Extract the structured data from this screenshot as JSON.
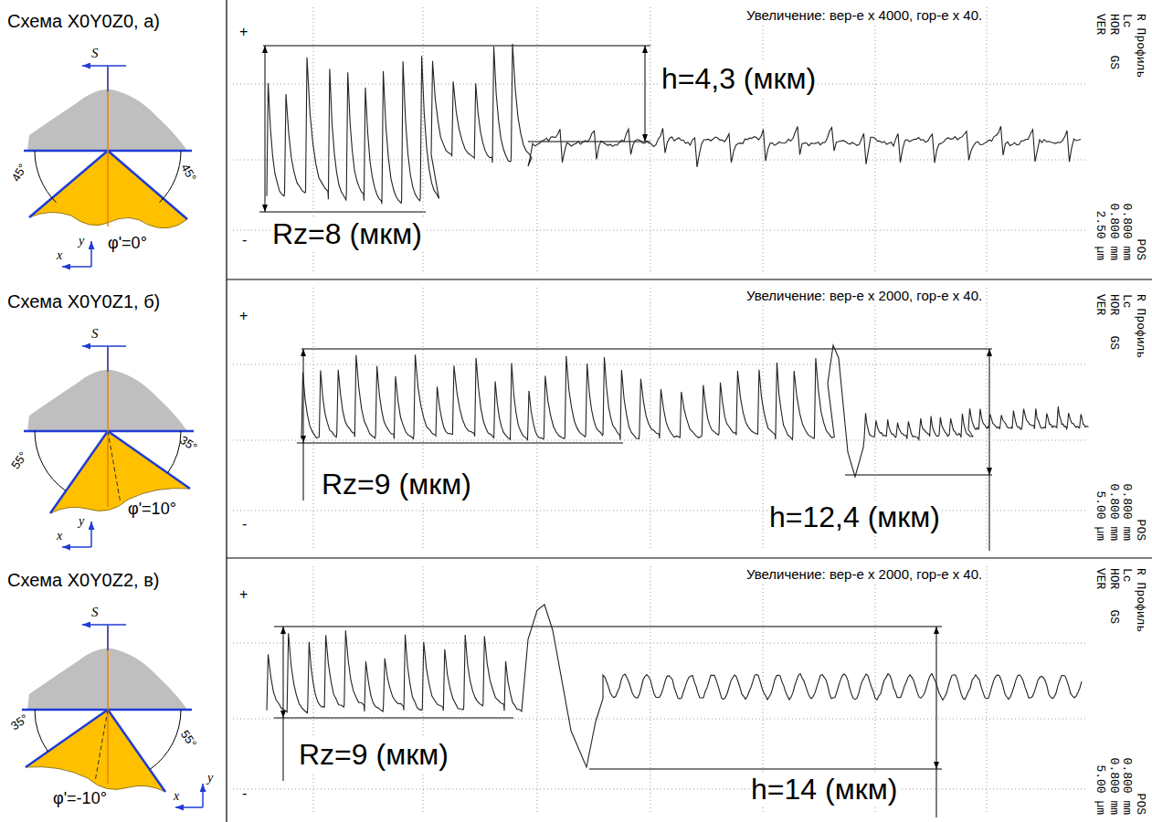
{
  "diagram": {
    "labels": [
      "Схема X0Y0Z0, а)",
      "S",
      "45°",
      "45°",
      "y",
      "x",
      "φ'=0°",
      "Увеличение: вер-е x 4000, гор-е x 40.",
      "h=4,3 (мкм)",
      "Rz=8 (мкм)",
      "+",
      "-",
      "R Профиль",
      "Lc",
      "HOR",
      "VER",
      "GS",
      "0.800 mm",
      "0.800 mm",
      "2.50 µm",
      "POS",
      "Схема X0Y0Z1, б)",
      "S",
      "55°",
      "35°",
      "y",
      "x",
      "φ'=10°",
      "Увеличение: вер-е x 2000, гор-е x 40.",
      "Rz=9 (мкм)",
      "h=12,4 (мкм)",
      "+",
      "-",
      "R Профиль",
      "Lc",
      "HOR",
      "VER",
      "GS",
      "0.800 mm",
      "0.800 mm",
      "5.00 µm",
      "POS",
      "Схема X0Y0Z2, в)",
      "S",
      "35°",
      "55°",
      "φ'=-10°",
      "y",
      "x",
      "Увеличение: вер-е x 2000, гор-е x 40.",
      "Rz=9 (мкм)",
      "h=14 (мкм)",
      "+",
      "-",
      "R Профиль",
      "Lc",
      "HOR",
      "VER",
      "GS",
      "0.800 mm",
      "0.800 mm",
      "5.00 µm",
      "POS"
    ]
  }
}
